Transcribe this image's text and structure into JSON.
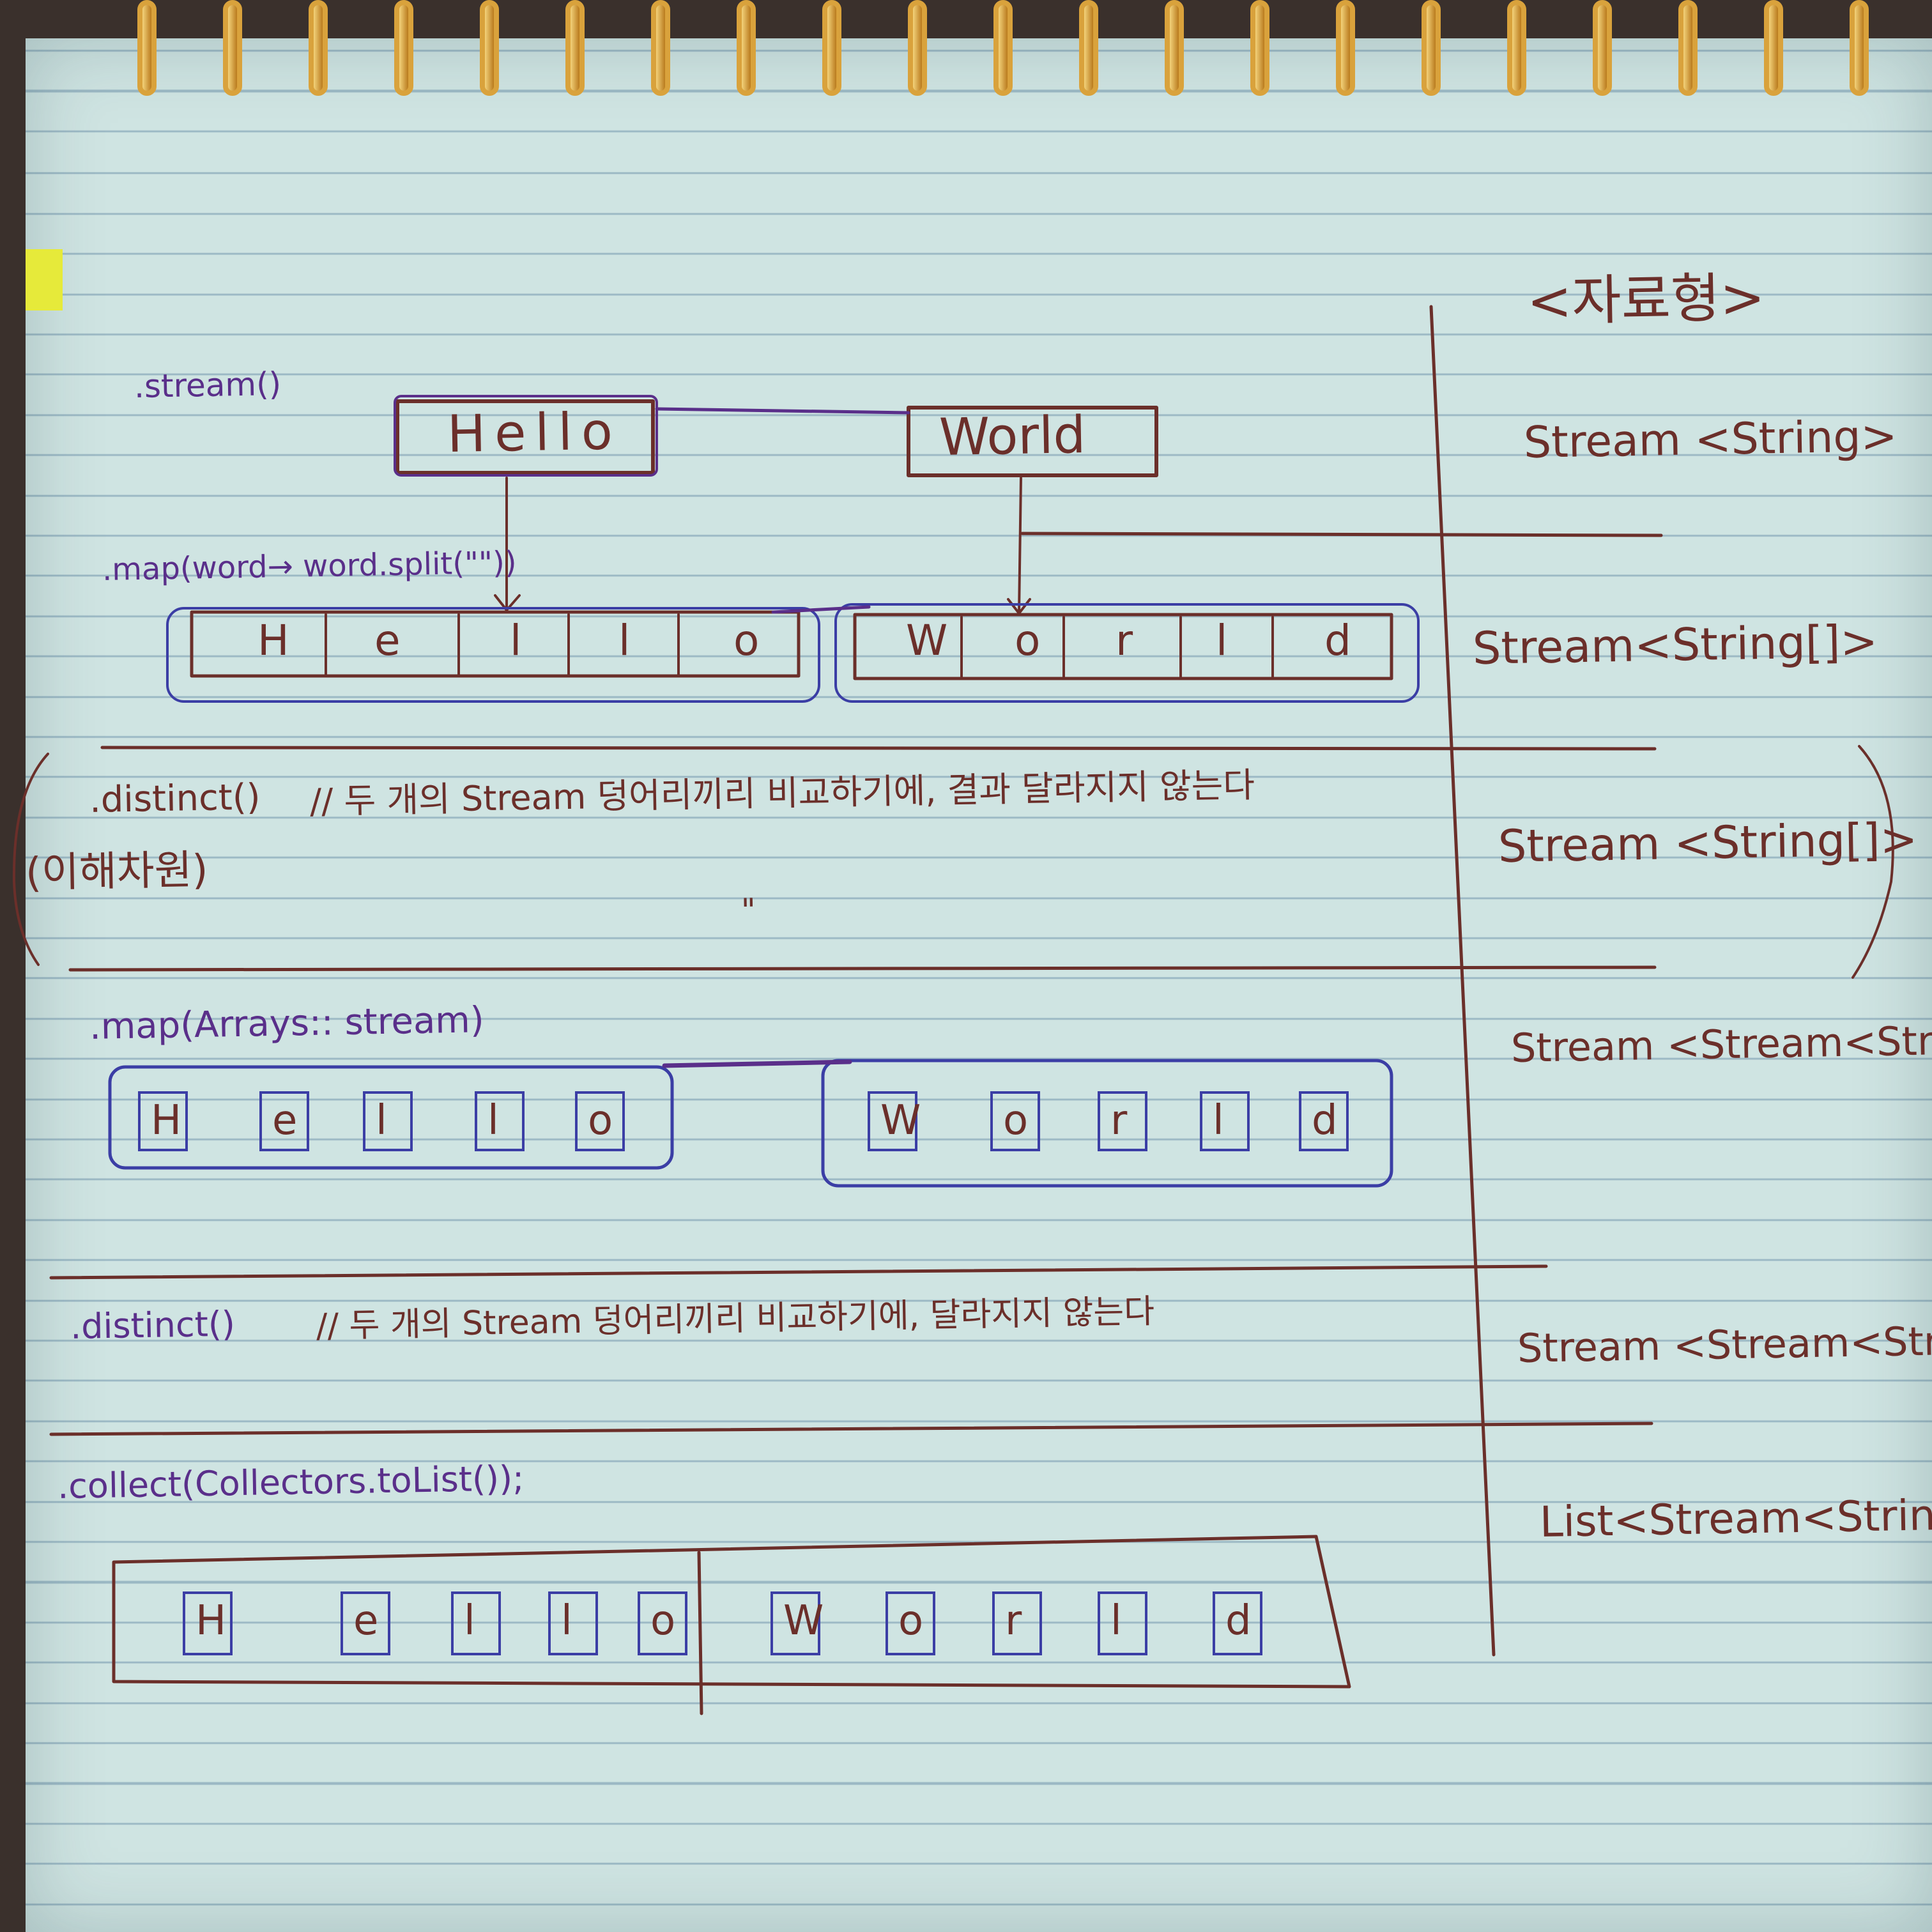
{
  "colors": {
    "paper": "#cfe4e2",
    "ink_brown": "#6b2f2a",
    "ink_blue": "#3b3ea5",
    "ink_purple": "#5a2f8a",
    "ring": "#d9a23c"
  },
  "header": {
    "type_column": "<자료형>"
  },
  "steps": [
    {
      "code": ".stream()",
      "type": "Stream <String>",
      "boxes": [
        "Hello",
        "World"
      ]
    },
    {
      "code": ".map(word→ word.split(\"\"))",
      "type": "Stream<String[]>",
      "letters": [
        "H",
        "e",
        "l",
        "l",
        "o",
        "W",
        "o",
        "r",
        "l",
        "d"
      ]
    },
    {
      "code": ".distinct()",
      "comment": "// 두 개의 Stream 덩어리끼리 비교하기에, 결과 달라지지 않는다",
      "note": "(이해차원)",
      "ditto": "\"",
      "type": "Stream <String[]>"
    },
    {
      "code": ".map(Arrays:: stream)",
      "type": "Stream <Stream<String>>",
      "letters": [
        "H",
        "e",
        "l",
        "l",
        "o",
        "W",
        "o",
        "r",
        "l",
        "d"
      ]
    },
    {
      "code": ".distinct()",
      "comment": "// 두 개의 Stream 덩어리끼리 비교하기에, 달라지지 않는다",
      "type": "Stream <Stream<String>>"
    },
    {
      "code": ".collect(Collectors.toList());",
      "type": "List<Stream<String>>",
      "letters": [
        "H",
        "e",
        "l",
        "l",
        "o",
        "W",
        "o",
        "r",
        "l",
        "d"
      ]
    }
  ]
}
